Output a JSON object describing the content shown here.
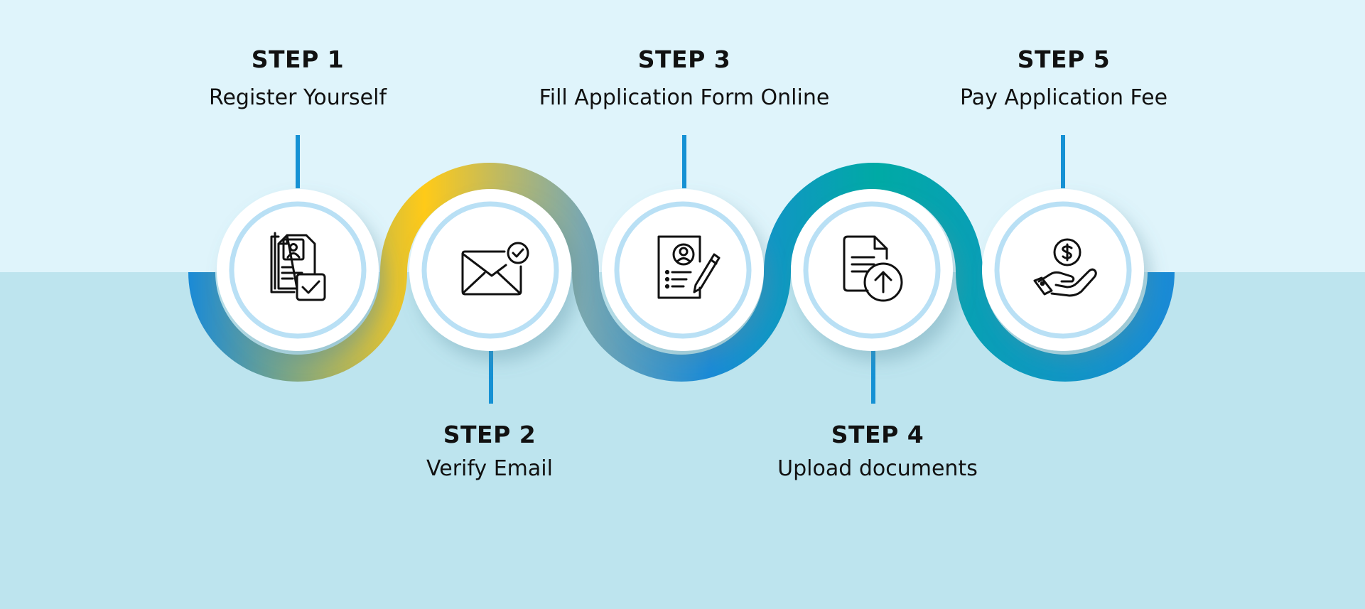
{
  "steps": [
    {
      "title": "STEP 1",
      "description": "Register Yourself",
      "icon": "registration-document-icon"
    },
    {
      "title": "STEP 2",
      "description": "Verify Email",
      "icon": "email-verified-icon"
    },
    {
      "title": "STEP 3",
      "description": "Fill Application Form Online",
      "icon": "form-with-pen-icon"
    },
    {
      "title": "STEP 4",
      "description": "Upload documents",
      "icon": "document-upload-icon"
    },
    {
      "title": "STEP 5",
      "description": "Pay Application Fee",
      "icon": "hand-coin-payment-icon"
    }
  ],
  "colors": {
    "background_top": "#dff4fb",
    "background_bottom": "#bde4ee",
    "connector": "#1591d4",
    "ring": "#b9e0f5",
    "icon_stroke": "#111111",
    "gradient": [
      "#1a8ad6",
      "#ffca18",
      "#1a8ad6",
      "#00aaa5",
      "#1a8ad6"
    ]
  }
}
